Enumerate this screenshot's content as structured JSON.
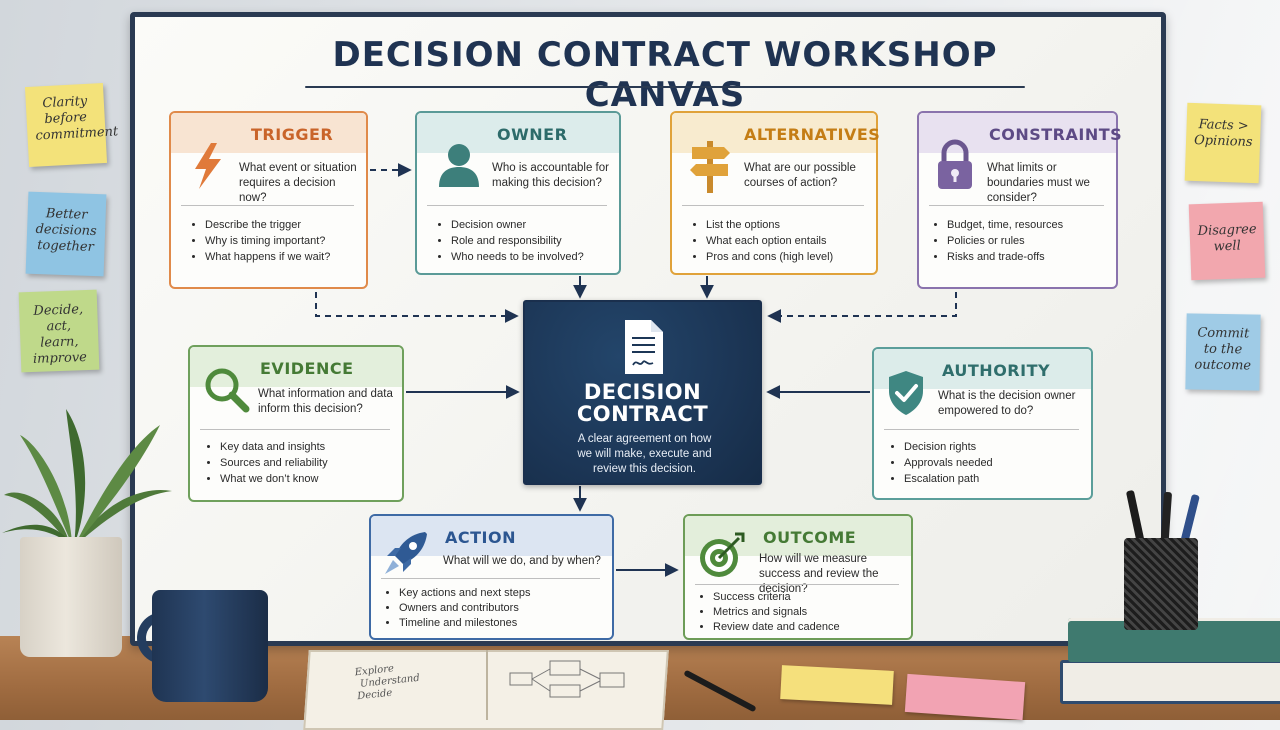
{
  "title": "Decision Contract Workshop Canvas",
  "cards": {
    "trigger": {
      "title": "TRIGGER",
      "question": "What event or situation requires a decision now?",
      "items": [
        "Describe the trigger",
        "Why is timing important?",
        "What happens if we wait?"
      ],
      "icon": "lightning-icon",
      "color": "#e08a4a"
    },
    "owner": {
      "title": "OWNER",
      "question": "Who is accountable for making this decision?",
      "items": [
        "Decision owner",
        "Role and responsibility",
        "Who needs to be involved?"
      ],
      "icon": "person-icon",
      "color": "#5a9a97"
    },
    "alternatives": {
      "title": "ALTERNATIVES",
      "question": "What are our possible courses of action?",
      "items": [
        "List the options",
        "What each option entails",
        "Pros and cons (high level)"
      ],
      "icon": "signpost-icon",
      "color": "#e0a23a"
    },
    "constraints": {
      "title": "CONSTRAINTS",
      "question": "What limits or boundaries must we consider?",
      "items": [
        "Budget, time, resources",
        "Policies or rules",
        "Risks and trade-offs"
      ],
      "icon": "lock-icon",
      "color": "#8a73ad"
    },
    "evidence": {
      "title": "EVIDENCE",
      "question": "What information and data inform this decision?",
      "items": [
        "Key data and insights",
        "Sources and reliability",
        "What we don’t know"
      ],
      "icon": "magnifier-icon",
      "color": "#6fa05c"
    },
    "authority": {
      "title": "AUTHORITY",
      "question": "What is the decision owner empowered to do?",
      "items": [
        "Decision rights",
        "Approvals needed",
        "Escalation path"
      ],
      "icon": "shield-check-icon",
      "color": "#5b9e9a"
    },
    "action": {
      "title": "ACTION",
      "question": "What will we do, and by when?",
      "items": [
        "Key actions and next steps",
        "Owners and contributors",
        "Timeline and milestones"
      ],
      "icon": "rocket-icon",
      "color": "#3e6aa5"
    },
    "outcome": {
      "title": "OUTCOME",
      "question": "How will we measure success and review the decision?",
      "items": [
        "Success criteria",
        "Metrics and signals",
        "Review date and cadence"
      ],
      "icon": "target-icon",
      "color": "#6d9c57"
    }
  },
  "center": {
    "title_line1": "DECISION",
    "title_line2": "CONTRACT",
    "description": "A clear agreement on how we will make, execute and review this decision.",
    "icon": "signed-document-icon",
    "color": "#1c3656"
  },
  "sticky_notes": {
    "left": [
      {
        "text": "Clarity before commitment",
        "color": "#f3e27a"
      },
      {
        "text": "Better decisions together",
        "color": "#8fc4e3"
      },
      {
        "text": "Decide, act, learn, improve",
        "color": "#bfd98a"
      }
    ],
    "right": [
      {
        "text": "Facts > Opinions",
        "color": "#f3e27a"
      },
      {
        "text": "Disagree well",
        "color": "#f2a7ae"
      },
      {
        "text": "Commit to the outcome",
        "color": "#9fcbe6"
      }
    ]
  },
  "notebook": {
    "lines": [
      "Explore",
      "Understand",
      "Decide"
    ]
  }
}
